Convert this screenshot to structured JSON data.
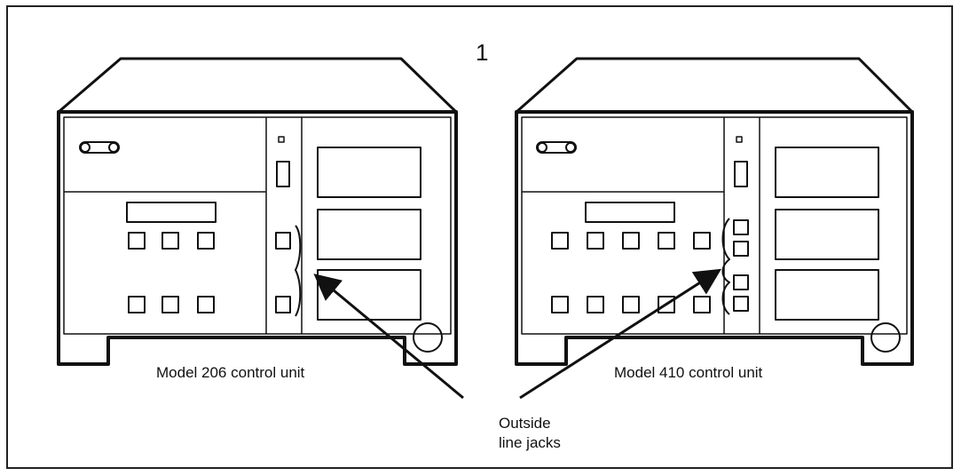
{
  "figure": {
    "number": "1",
    "units": [
      {
        "caption": "Model 206 control unit"
      },
      {
        "caption": "Model 410 control unit"
      }
    ],
    "callout": {
      "line1": "Outside",
      "line2": "line jacks"
    }
  }
}
